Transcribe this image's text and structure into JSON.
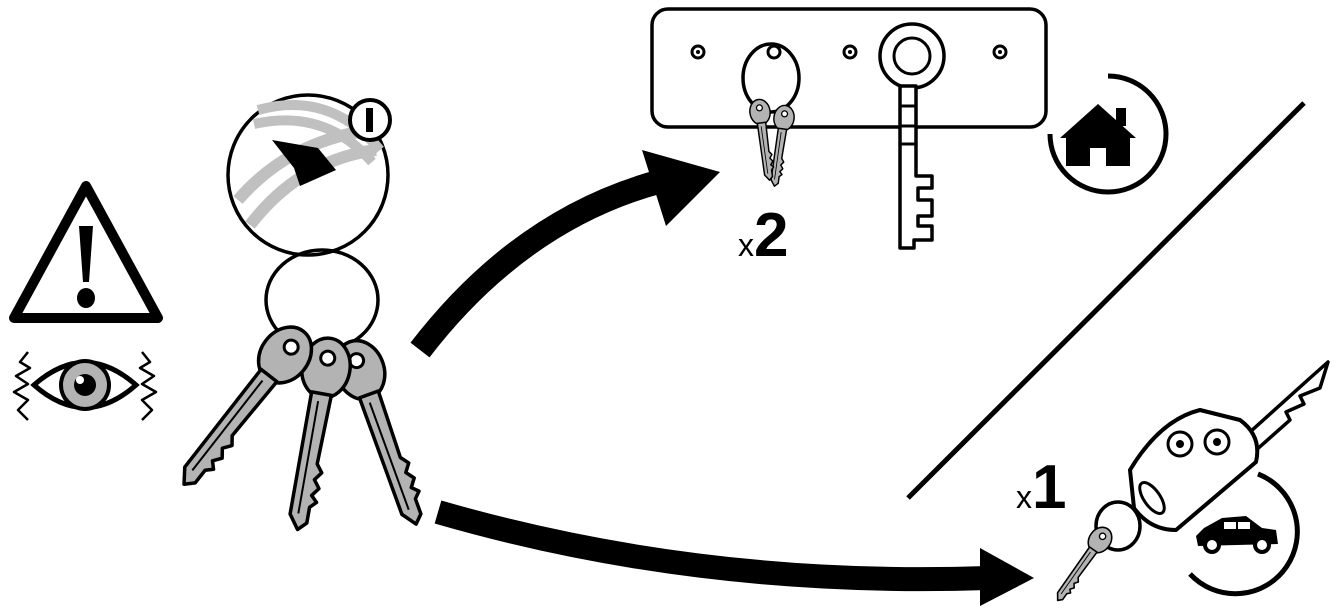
{
  "illustration": {
    "icons": [
      "warning-icon",
      "eye-icon",
      "key-slot-icon",
      "home-icon",
      "car-icon"
    ],
    "colors": {
      "key": "#b3b3b3",
      "outline": "#000000",
      "background": "#ffffff"
    }
  },
  "home_keys": {
    "prefix": "x",
    "count": "2"
  },
  "car_keys": {
    "prefix": "x",
    "count": "1"
  }
}
